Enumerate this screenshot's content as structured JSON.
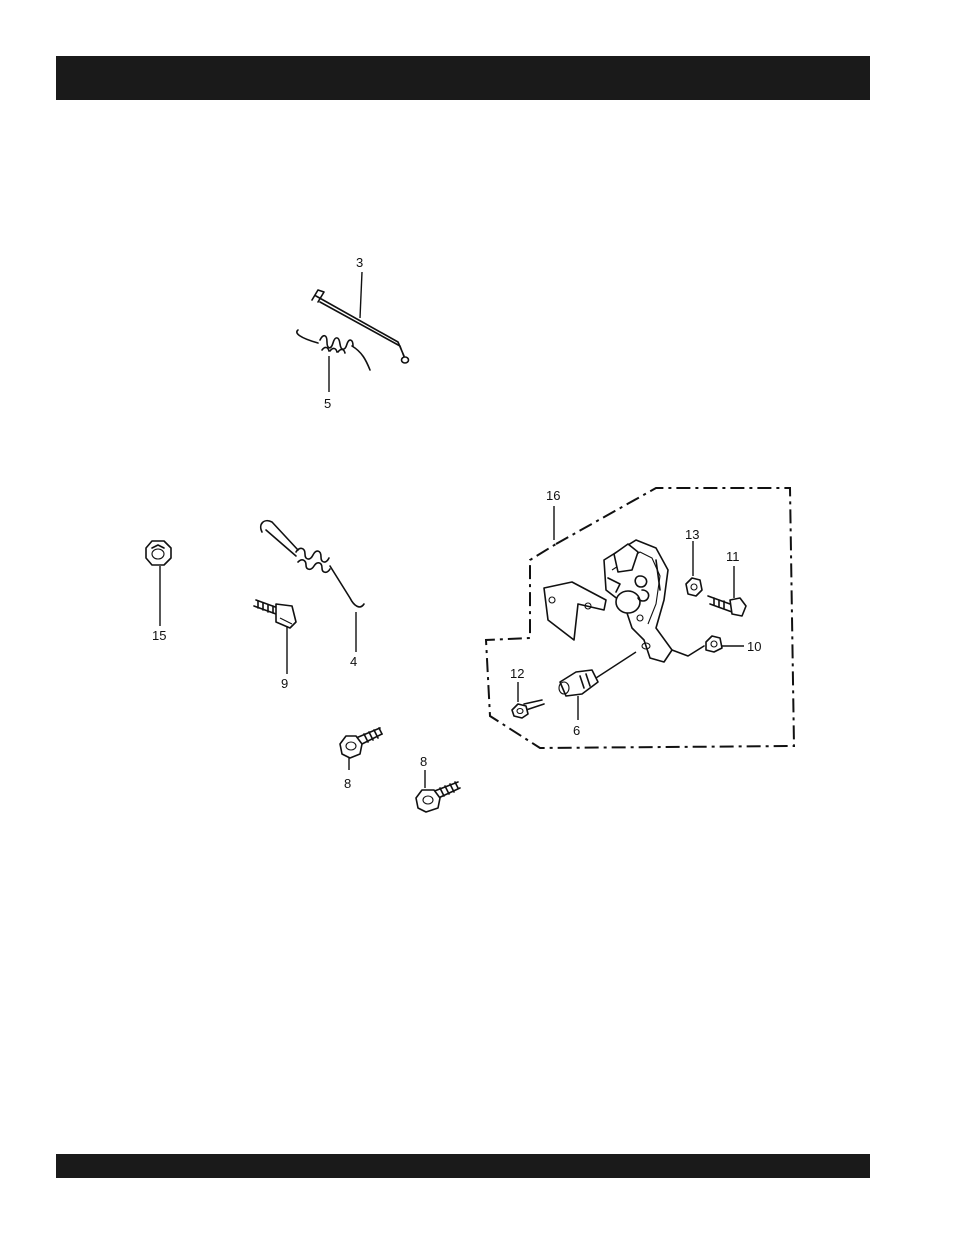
{
  "header": {
    "title": ""
  },
  "footer": {
    "text": ""
  },
  "callouts": {
    "c3": "3",
    "c5": "5",
    "c16": "16",
    "c13": "13",
    "c11": "11",
    "c10": "10",
    "c15": "15",
    "c4": "4",
    "c9": "9",
    "c12": "12",
    "c6": "6",
    "c8a": "8",
    "c8b": "8"
  }
}
